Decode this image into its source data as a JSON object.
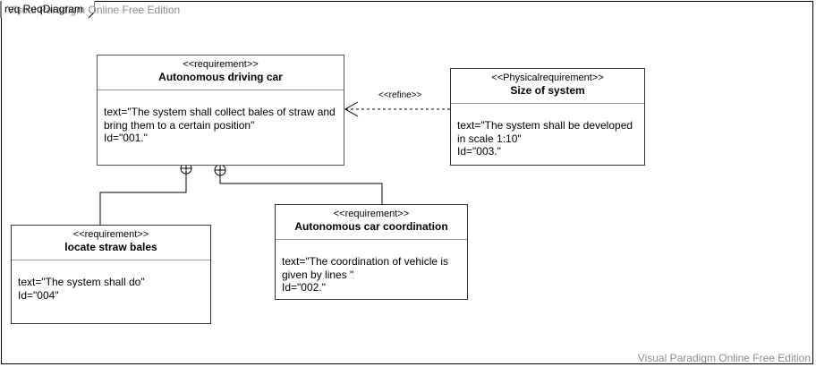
{
  "diagram": {
    "frame_label": "req ReqDiagram",
    "watermark_top": "Visual Paradigm Online Free Edition",
    "watermark_bottom": "Visual Paradigm Online Free Edition",
    "refine_label": "<<refine>>",
    "requirements": {
      "autonomous_driving_car": {
        "stereotype": "<<requirement>>",
        "name": "Autonomous driving car",
        "text": "text=\"The system shall collect bales of straw and bring them to a certain position\"",
        "id": "Id=\"001.\""
      },
      "size_of_system": {
        "stereotype": "<<Physicalrequirement>>",
        "name": "Size of system",
        "text": "text=\"The system shall be developed in scale 1:10\"",
        "id": "Id=\"003.\""
      },
      "locate_straw_bales": {
        "stereotype": "<<requirement>>",
        "name": "locate straw bales",
        "text": "text=\"The system shall do\"",
        "id": "Id=\"004\""
      },
      "autonomous_car_coordination": {
        "stereotype": "<<requirement>>",
        "name": "Autonomous car coordination",
        "text": "text=\"The coordination of vehicle is given by lines \"",
        "id": "Id=\"002.\""
      }
    }
  }
}
